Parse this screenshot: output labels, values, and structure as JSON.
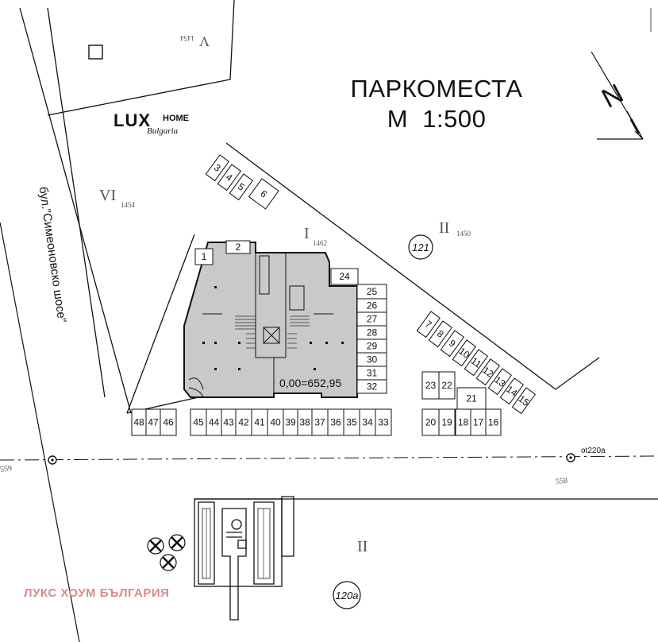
{
  "title": {
    "line1": "ПАРКОМЕСТА",
    "line2": "М  1:500"
  },
  "logo": {
    "brand": "LUX",
    "home": "HOME",
    "country": "Bulgaria"
  },
  "street_label": "бул.\"Симеоновско шосе\"",
  "elevation_label": "0,00=652,95",
  "north_label": "N",
  "watermark": "ЛУКС ХОУМ БЪЛГАРИЯ",
  "plot_labels": {
    "vi": "VI",
    "vi_num": "1454",
    "i": "I",
    "i_num": "1462",
    "ii_top": "II",
    "ii_top_num": "1450",
    "ii_bottom": "II",
    "v_num": "1454",
    "v_roman": "V",
    "n121": "121",
    "n120a": "120a",
    "ot220a": "ot220a",
    "n558": "558",
    "n559": "559"
  },
  "parking_spots": [
    {
      "n": "1"
    },
    {
      "n": "2"
    },
    {
      "n": "3"
    },
    {
      "n": "4"
    },
    {
      "n": "5"
    },
    {
      "n": "6"
    },
    {
      "n": "7"
    },
    {
      "n": "8"
    },
    {
      "n": "9"
    },
    {
      "n": "10"
    },
    {
      "n": "11"
    },
    {
      "n": "12"
    },
    {
      "n": "13"
    },
    {
      "n": "14"
    },
    {
      "n": "15"
    },
    {
      "n": "16"
    },
    {
      "n": "17"
    },
    {
      "n": "18"
    },
    {
      "n": "19"
    },
    {
      "n": "20"
    },
    {
      "n": "21"
    },
    {
      "n": "22"
    },
    {
      "n": "23"
    },
    {
      "n": "24"
    },
    {
      "n": "25"
    },
    {
      "n": "26"
    },
    {
      "n": "27"
    },
    {
      "n": "28"
    },
    {
      "n": "29"
    },
    {
      "n": "30"
    },
    {
      "n": "31"
    },
    {
      "n": "32"
    },
    {
      "n": "33"
    },
    {
      "n": "34"
    },
    {
      "n": "35"
    },
    {
      "n": "36"
    },
    {
      "n": "37"
    },
    {
      "n": "38"
    },
    {
      "n": "39"
    },
    {
      "n": "40"
    },
    {
      "n": "41"
    },
    {
      "n": "42"
    },
    {
      "n": "43"
    },
    {
      "n": "44"
    },
    {
      "n": "45"
    },
    {
      "n": "46"
    },
    {
      "n": "47"
    },
    {
      "n": "48"
    }
  ],
  "colors": {
    "line": "#111111",
    "building_fill": "#c9c9c9",
    "watermark": "#d98a8a",
    "thin": "#777777"
  }
}
